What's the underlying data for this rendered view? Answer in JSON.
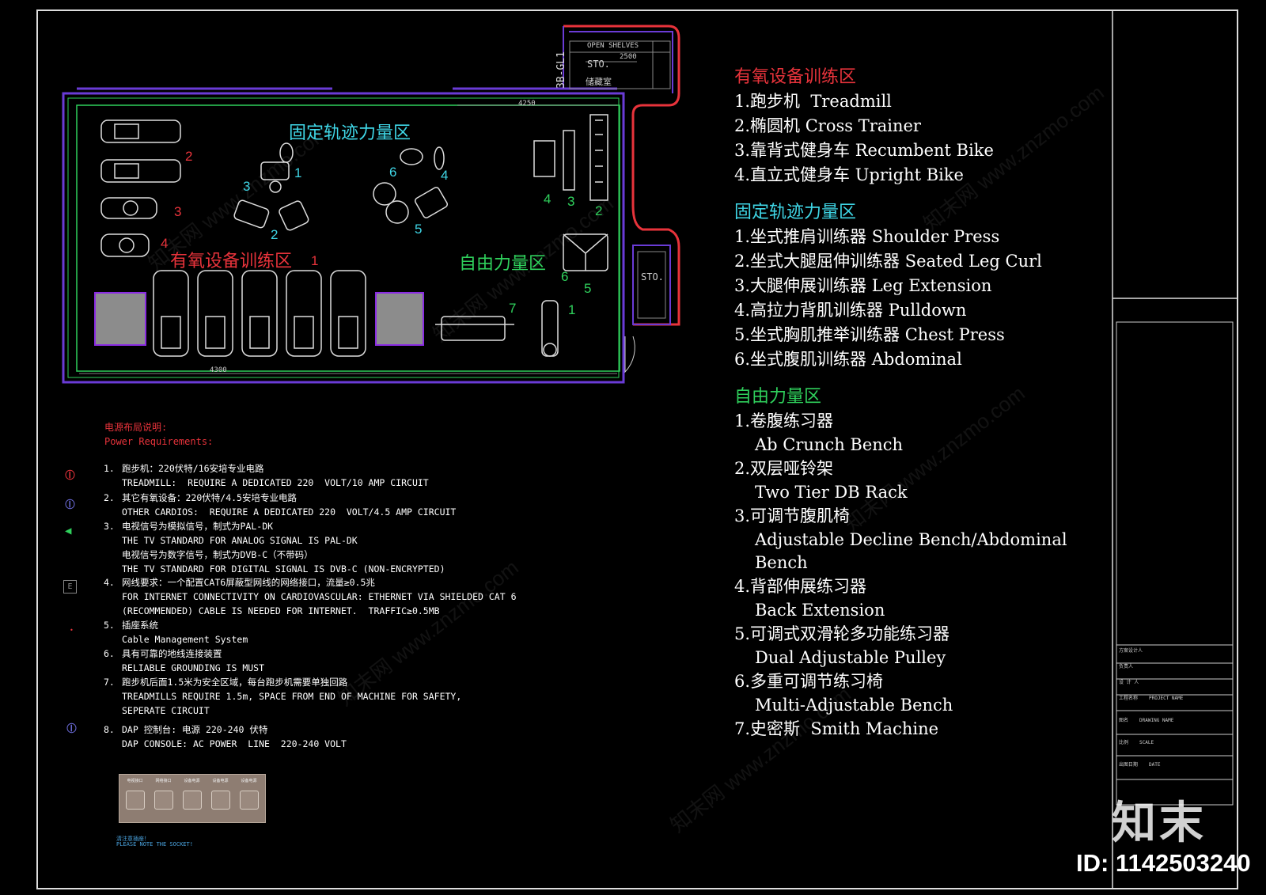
{
  "plan": {
    "zones": {
      "fixed": "固定轨迹力量区",
      "cardio": "有氧设备训练区",
      "free": "自由力量区"
    },
    "labels": {
      "open_shelves": "OPEN SHELVES",
      "sto_top": "STO.",
      "storage_cn": "储藏室",
      "sto_right": "STO.",
      "gl": "3B-GL1",
      "dim_2500": "2500",
      "dim_4250": "4250",
      "dim_4300": "4300"
    },
    "cardio_numbers": [
      "1",
      "2",
      "3",
      "4"
    ],
    "fixed_numbers": [
      "1",
      "2",
      "3",
      "4",
      "5",
      "6"
    ],
    "free_numbers": [
      "1",
      "2",
      "3",
      "4",
      "5",
      "6",
      "7"
    ]
  },
  "power": {
    "title_cn": "电源布局说明:",
    "title_en": "Power Requirements:",
    "items": [
      {
        "n": "1.",
        "cn": "跑步机：220伏特/16安培专业电路",
        "en": [
          "TREADMILL:  REQUIRE A DEDICATED 220  VOLT/10 AMP CIRCUIT"
        ]
      },
      {
        "n": "2.",
        "cn": "其它有氧设备：220伏特/4.5安培专业电路",
        "en": [
          "OTHER CARDIOS:  REQUIRE A DEDICATED 220  VOLT/4.5 AMP CIRCUIT"
        ]
      },
      {
        "n": "3.",
        "cn": "电视信号为模拟信号，制式为PAL-DK",
        "en": [
          "THE TV STANDARD FOR ANALOG SIGNAL IS PAL-DK",
          "电视信号为数字信号，制式为DVB-C（不带码）",
          "THE TV STANDARD FOR DIGITAL SIGNAL IS DVB-C (NON-ENCRYPTED)"
        ]
      },
      {
        "n": "4.",
        "cn": "网线要求：一个配置CAT6屏蔽型网线的网络接口，流量≥0.5兆",
        "en": [
          "FOR INTERNET CONNECTIVITY ON CARDIOVASCULAR: ETHERNET VIA SHIELDED CAT 6",
          "(RECOMMENDED) CABLE IS NEEDED FOR INTERNET.  TRAFFIC≥0.5MB"
        ]
      },
      {
        "n": "5.",
        "cn": "插座系统",
        "en": [
          "Cable Management System"
        ]
      },
      {
        "n": "6.",
        "cn": "具有可靠的地线连接装置",
        "en": [
          "RELIABLE GROUNDING IS MUST"
        ]
      },
      {
        "n": "7.",
        "cn": "跑步机后面1.5米为安全区域，每台跑步机需要单独回路",
        "en": [
          "TREADMILLS REQUIRE 1.5m, SPACE FROM END OF MACHINE FOR SAFETY,",
          "SEPERATE CIRCUIT"
        ]
      },
      {
        "n": "8.",
        "cn": "DAP 控制台: 电源 220-240 伏特",
        "en": [
          "DAP CONSOLE: AC POWER  LINE  220-240 VOLT"
        ]
      }
    ],
    "symbol_e": "E",
    "socket_labels": [
      "电视接口",
      "网络接口",
      "设备电源",
      "设备电源",
      "设备电源"
    ],
    "socket_note_cn": "清注意插座！",
    "socket_note_en": "PLEASE NOTE THE SOCKET!"
  },
  "legend": {
    "sections": [
      {
        "title": "有氧设备训练区",
        "color": "#e8333b",
        "items": [
          {
            "text": "1.跑步机  Treadmill"
          },
          {
            "text": "2.椭圆机 Cross Trainer"
          },
          {
            "text": "3.靠背式健身车 Recumbent Bike"
          },
          {
            "text": "4.直立式健身车 Upright Bike"
          }
        ]
      },
      {
        "title": "固定轨迹力量区",
        "color": "#3fd6e6",
        "items": [
          {
            "text": "1.坐式推肩训练器 Shoulder Press"
          },
          {
            "text": "2.坐式大腿屈伸训练器 Seated Leg Curl"
          },
          {
            "text": "3.大腿伸展训练器 Leg Extension"
          },
          {
            "text": "4.高拉力背肌训练器 Pulldown"
          },
          {
            "text": "5.坐式胸肌推举训练器 Chest Press"
          },
          {
            "text": "6.坐式腹肌训练器 Abdominal"
          }
        ]
      },
      {
        "title": "自由力量区",
        "color": "#2fd05c",
        "items": [
          {
            "text": "1.卷腹练习器",
            "sub": [
              "Ab Crunch Bench"
            ]
          },
          {
            "text": "2.双层哑铃架",
            "sub": [
              "Two Tier DB Rack"
            ]
          },
          {
            "text": "3.可调节腹肌椅",
            "sub": [
              "Adjustable Decline Bench/Abdominal",
              "Bench"
            ]
          },
          {
            "text": "4.背部伸展练习器",
            "sub": [
              "Back Extension"
            ]
          },
          {
            "text": "5.可调式双滑轮多功能练习器",
            "sub": [
              "Dual Adjustable Pulley"
            ]
          },
          {
            "text": "6.多重可调节练习椅",
            "sub": [
              "Multi-Adjustable Bench"
            ]
          },
          {
            "text": "7.史密斯  Smith Machine"
          }
        ]
      }
    ]
  },
  "titleblock": {
    "rows": [
      "方案设计人",
      "负责人",
      "设 计 人",
      "工程名称",
      "图名",
      "比例",
      "出图日期"
    ],
    "small": [
      "PROJECT NAME",
      "DRAWING NAME",
      "SCALE",
      "DATE"
    ]
  },
  "brand": {
    "logo": "知末",
    "id": "ID: 1142503240"
  },
  "colors": {
    "red": "#e8333b",
    "cyan": "#3fd6e6",
    "green": "#2fd05c",
    "wall": "#6a3bd6"
  }
}
